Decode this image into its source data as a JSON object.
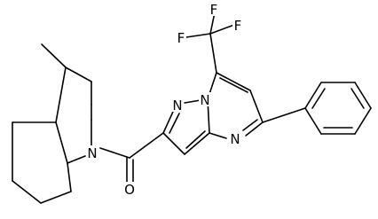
{
  "structure": {
    "atoms": {
      "f1": "F",
      "f2": "F",
      "f3": "F",
      "n_pyrimidine_upper": "N",
      "n_pyrazole": "N",
      "n_pyrimidine_lower": "N",
      "n_quinoline": "N",
      "o_carbonyl": "O"
    }
  }
}
